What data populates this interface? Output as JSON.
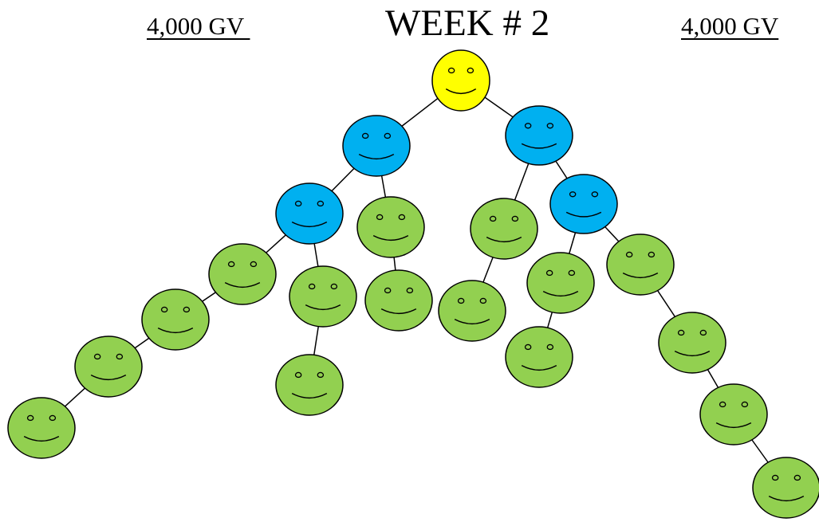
{
  "header": {
    "gv_left": "4,000 GV ",
    "week": "WEEK # 2",
    "gv_right": "4,000 GV"
  },
  "colors": {
    "root": "#ffff00",
    "blue": "#00b0f0",
    "green": "#92d050",
    "stroke": "#000000"
  },
  "tree": {
    "nodes": [
      {
        "id": "root",
        "color": "root"
      },
      {
        "id": "blue-left-1",
        "color": "blue"
      },
      {
        "id": "blue-right-1",
        "color": "blue"
      },
      {
        "id": "blue-left-2",
        "color": "blue"
      },
      {
        "id": "blue-right-2",
        "color": "blue"
      },
      {
        "id": "green-mid-left-top",
        "color": "green"
      },
      {
        "id": "green-mid-left-bottom",
        "color": "green"
      },
      {
        "id": "green-left-chain-1",
        "color": "green"
      },
      {
        "id": "green-left-chain-2",
        "color": "green"
      },
      {
        "id": "green-left-chain-3",
        "color": "green"
      },
      {
        "id": "green-left-chain-4",
        "color": "green"
      },
      {
        "id": "green-center-1",
        "color": "green"
      },
      {
        "id": "green-center-2",
        "color": "green"
      },
      {
        "id": "green-mid-right-top",
        "color": "green"
      },
      {
        "id": "green-mid-right-bottom",
        "color": "green"
      },
      {
        "id": "green-right-inner-1",
        "color": "green"
      },
      {
        "id": "green-right-inner-2",
        "color": "green"
      },
      {
        "id": "green-right-chain-1",
        "color": "green"
      },
      {
        "id": "green-right-chain-2",
        "color": "green"
      },
      {
        "id": "green-right-chain-3",
        "color": "green"
      },
      {
        "id": "green-right-chain-4",
        "color": "green"
      }
    ],
    "edges": [
      [
        "root",
        "blue-left-1"
      ],
      [
        "root",
        "blue-right-1"
      ],
      [
        "blue-left-1",
        "blue-left-2"
      ],
      [
        "blue-left-1",
        "green-mid-left-top"
      ],
      [
        "green-mid-left-top",
        "green-mid-left-bottom"
      ],
      [
        "blue-left-2",
        "green-left-chain-1"
      ],
      [
        "green-left-chain-1",
        "green-left-chain-2"
      ],
      [
        "green-left-chain-2",
        "green-left-chain-3"
      ],
      [
        "green-left-chain-3",
        "green-left-chain-4"
      ],
      [
        "blue-left-2",
        "green-center-1"
      ],
      [
        "green-center-1",
        "green-center-2"
      ],
      [
        "blue-right-1",
        "green-mid-right-top"
      ],
      [
        "green-mid-right-top",
        "green-mid-right-bottom"
      ],
      [
        "blue-right-1",
        "blue-right-2"
      ],
      [
        "blue-right-2",
        "green-right-inner-1"
      ],
      [
        "green-right-inner-1",
        "green-right-inner-2"
      ],
      [
        "blue-right-2",
        "green-right-chain-1"
      ],
      [
        "green-right-chain-1",
        "green-right-chain-2"
      ],
      [
        "green-right-chain-2",
        "green-right-chain-3"
      ],
      [
        "green-right-chain-3",
        "green-right-chain-4"
      ]
    ]
  }
}
